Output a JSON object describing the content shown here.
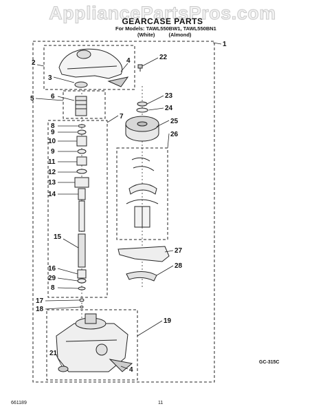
{
  "watermark": "AppliancePartsPros.com",
  "title": "GEARCASE PARTS",
  "models_line": "For Models: TAWL550BW1, TAWL550BN1",
  "variants": [
    "(White)",
    "(Almond)"
  ],
  "diagram_code": "GC-315C",
  "document_number": "661189",
  "page_number": "11",
  "callouts": [
    {
      "id": "c1",
      "text": "1"
    },
    {
      "id": "c2",
      "text": "2"
    },
    {
      "id": "c3",
      "text": "3"
    },
    {
      "id": "c4a",
      "text": "4"
    },
    {
      "id": "c22",
      "text": "22"
    },
    {
      "id": "c5",
      "text": "5"
    },
    {
      "id": "c6",
      "text": "6"
    },
    {
      "id": "c23",
      "text": "23"
    },
    {
      "id": "c24",
      "text": "24"
    },
    {
      "id": "c7",
      "text": "7"
    },
    {
      "id": "c8a",
      "text": "8"
    },
    {
      "id": "c9a",
      "text": "9"
    },
    {
      "id": "c10",
      "text": "10"
    },
    {
      "id": "c9b",
      "text": "9"
    },
    {
      "id": "c11",
      "text": "11"
    },
    {
      "id": "c12",
      "text": "12"
    },
    {
      "id": "c13",
      "text": "13"
    },
    {
      "id": "c14",
      "text": "14"
    },
    {
      "id": "c25",
      "text": "25"
    },
    {
      "id": "c26",
      "text": "26"
    },
    {
      "id": "c15",
      "text": "15"
    },
    {
      "id": "c27",
      "text": "27"
    },
    {
      "id": "c28",
      "text": "28"
    },
    {
      "id": "c16",
      "text": "16"
    },
    {
      "id": "c29",
      "text": "29"
    },
    {
      "id": "c8b",
      "text": "8"
    },
    {
      "id": "c17",
      "text": "17"
    },
    {
      "id": "c18",
      "text": "18"
    },
    {
      "id": "c19",
      "text": "19"
    },
    {
      "id": "c21",
      "text": "21"
    },
    {
      "id": "c4b",
      "text": "4"
    }
  ]
}
